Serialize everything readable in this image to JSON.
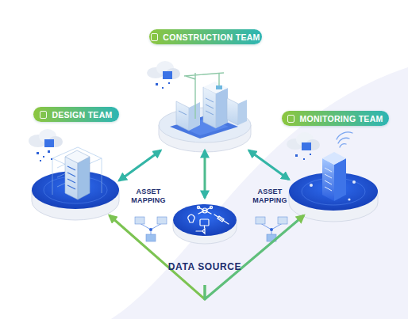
{
  "diagram": {
    "nodes": [
      {
        "text": [
          "CONSTRUCTION TEAM"
        ]
      },
      {
        "text": [
          "DESIGN TEAM"
        ]
      },
      {
        "text": [
          "MONITORING TEAM"
        ]
      },
      {
        "text": [
          "DATA SOURCE"
        ]
      }
    ],
    "edges": [
      {
        "from": 0,
        "to": 1,
        "arrow": "both"
      },
      {
        "from": 0,
        "to": 2,
        "arrow": "both"
      },
      {
        "from": 0,
        "to": 3,
        "arrow": "both"
      },
      {
        "from": 3,
        "to": 1,
        "arrow": "to"
      },
      {
        "from": 3,
        "to": 2,
        "arrow": "to"
      }
    ],
    "labels": [
      "ASSET MAPPING",
      "ASSET MAPPING"
    ]
  }
}
